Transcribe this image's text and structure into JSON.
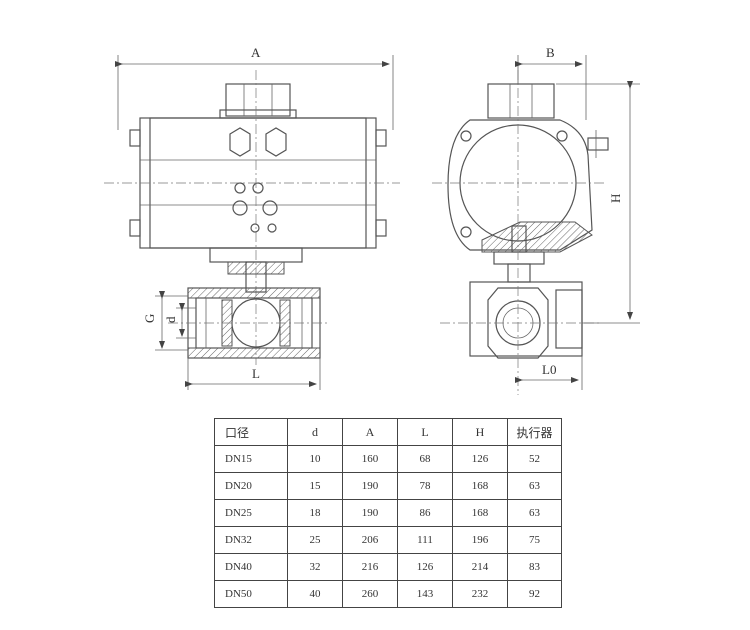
{
  "dimensions": {
    "A": "A",
    "B": "B",
    "H": "H",
    "G": "G",
    "d": "d",
    "L": "L",
    "L0": "L0"
  },
  "table": {
    "headers": [
      "口径",
      "d",
      "A",
      "L",
      "H",
      "执行器"
    ],
    "rows": [
      [
        "DN15",
        "10",
        "160",
        "68",
        "126",
        "52"
      ],
      [
        "DN20",
        "15",
        "190",
        "78",
        "168",
        "63"
      ],
      [
        "DN25",
        "18",
        "190",
        "86",
        "168",
        "63"
      ],
      [
        "DN32",
        "25",
        "206",
        "111",
        "196",
        "75"
      ],
      [
        "DN40",
        "32",
        "216",
        "126",
        "214",
        "83"
      ],
      [
        "DN50",
        "40",
        "260",
        "143",
        "232",
        "92"
      ]
    ]
  }
}
